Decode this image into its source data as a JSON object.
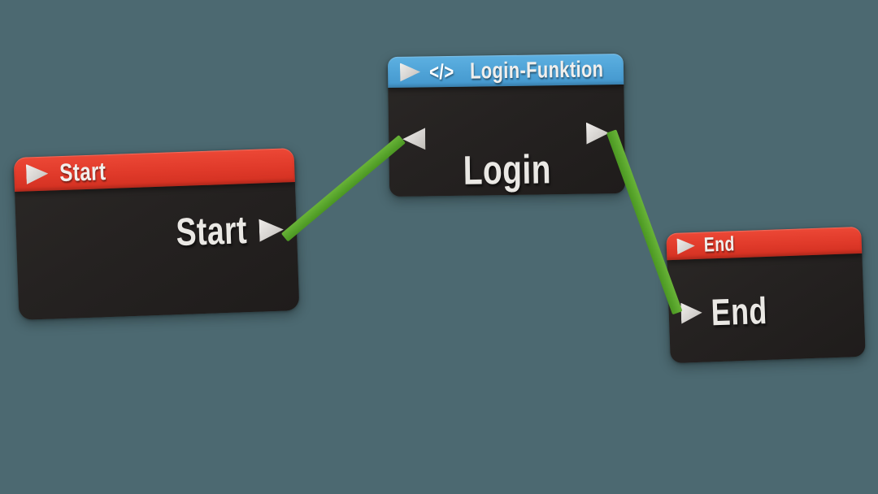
{
  "canvas": {
    "background_color": "#4c6971"
  },
  "colors": {
    "node_body": "#252221",
    "event_header_red": "#e03a2a",
    "function_header_blue": "#4ea2d6",
    "connection_green": "#57a42b",
    "pin_gray": "#d6d3d0",
    "label_white": "#eae8e4"
  },
  "nodes": [
    {
      "id": "start",
      "type": "event",
      "header": {
        "label": "Start",
        "color": "#e03a2a",
        "icon": "play-triangle"
      },
      "body": {
        "label": "Start"
      },
      "pins": [
        {
          "side": "right",
          "direction": "output",
          "shape": "triangle-right"
        }
      ]
    },
    {
      "id": "login",
      "type": "function",
      "header": {
        "label": "Login-Funktion",
        "color": "#4ea2d6",
        "icon": "play-triangle",
        "code_icon": "</>"
      },
      "body": {
        "label": "Login"
      },
      "pins": [
        {
          "side": "left",
          "direction": "input",
          "shape": "triangle-left"
        },
        {
          "side": "right",
          "direction": "output",
          "shape": "triangle-right"
        }
      ]
    },
    {
      "id": "end",
      "type": "event",
      "header": {
        "label": "End",
        "color": "#e03a2a",
        "icon": "play-triangle"
      },
      "body": {
        "label": "End"
      },
      "pins": [
        {
          "side": "left",
          "direction": "input",
          "shape": "triangle-right"
        }
      ]
    }
  ],
  "connections": [
    {
      "from": "start",
      "to": "login",
      "color": "#57a42b"
    },
    {
      "from": "login",
      "to": "end",
      "color": "#57a42b"
    }
  ]
}
